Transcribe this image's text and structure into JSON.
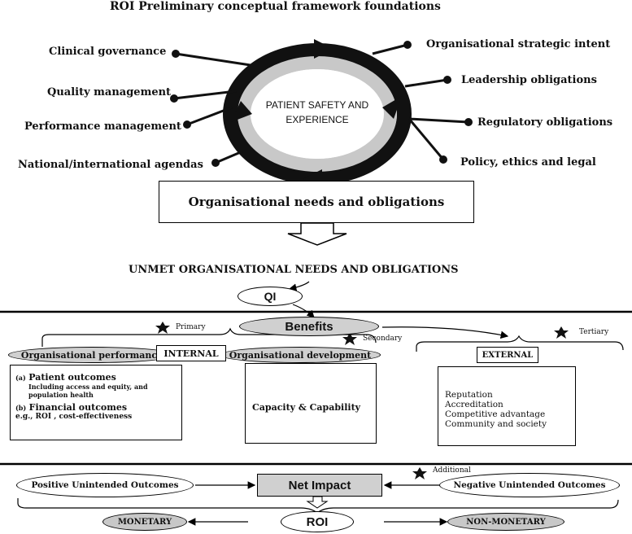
{
  "title": "ROI Preliminary conceptual framework foundations",
  "circle_center": "PATIENT SAFETY AND EXPERIENCE",
  "left_factors": [
    "Clinical governance",
    "Quality management",
    "Performance management",
    "National/international agendas"
  ],
  "right_factors": [
    "Organisational strategic intent",
    "Leadership obligations",
    "Regulatory obligations",
    "Policy, ethics and legal"
  ],
  "needs_box": "Organisational needs and obligations",
  "unmet_heading": "UNMET ORGANISATIONAL NEEDS AND OBLIGATIONS",
  "qi_label": "QI",
  "benefits_label": "Benefits",
  "tiers": {
    "primary": "Primary",
    "secondary": "Secondary",
    "tertiary": "Tertiary",
    "additional": "Additional"
  },
  "internal": {
    "label": "INTERNAL",
    "org_performance": "Organisational performance",
    "org_development": "Organisational development",
    "patient_outcomes_marker": "(a)",
    "patient_outcomes": "Patient outcomes",
    "patient_outcomes_detail": "Including  access and equity, and population  health",
    "financial_outcomes_marker": "(b)",
    "financial_outcomes": "Financial outcomes",
    "financial_outcomes_detail": "e.g., ROI , cost-effectiveness",
    "capacity": "Capacity & Capability"
  },
  "external": {
    "label": "EXTERNAL",
    "items": [
      "Reputation",
      "Accreditation",
      "Competitive advantage",
      "Community and society"
    ]
  },
  "positive_outcomes": "Positive Unintended Outcomes",
  "net_impact": "Net Impact",
  "negative_outcomes": "Negative Unintended Outcomes",
  "roi_label": "ROI",
  "monetary": "MONETARY",
  "non_monetary": "NON-MONETARY"
}
